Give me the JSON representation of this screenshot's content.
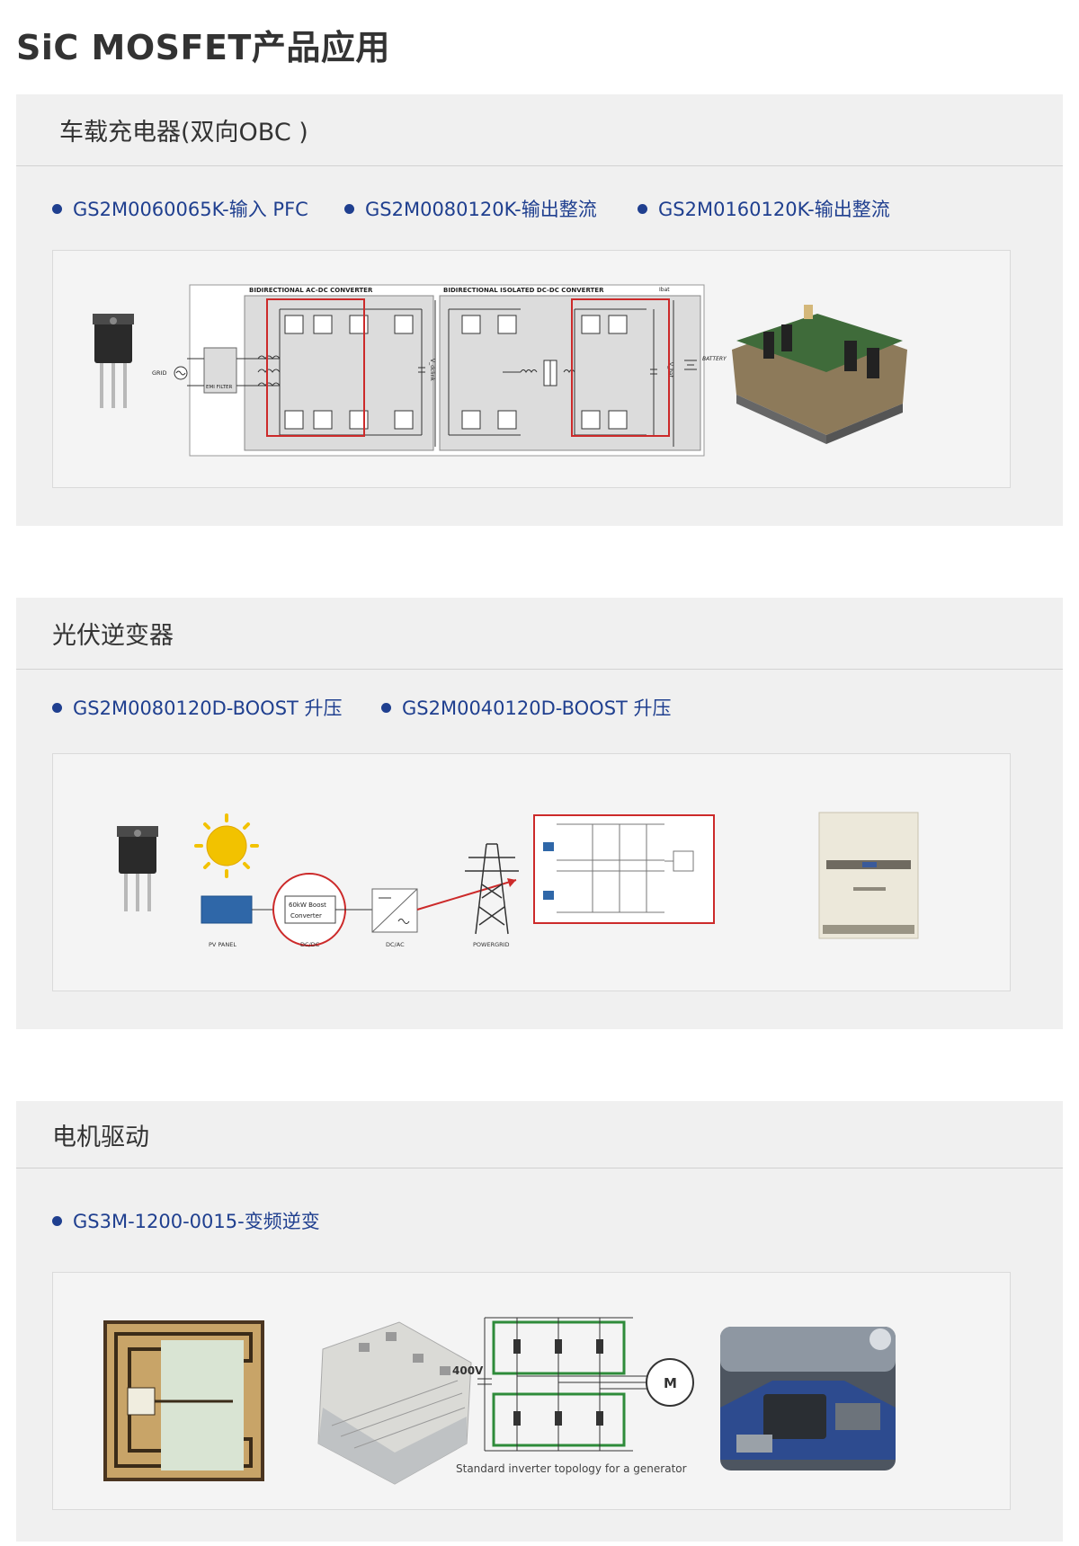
{
  "page": {
    "title": "SiC MOSFET产品应用"
  },
  "sections": [
    {
      "title": "车载充电器(双向OBC )",
      "products": [
        "GS2M0060065K-输入 PFC",
        "GS2M0080120K-输出整流",
        "GS2M0160120K-输出整流"
      ],
      "diagram": {
        "labels": {
          "acdc": "BIDIRECTIONAL AC-DC CONVERTER",
          "dcdc": "BIDIRECTIONAL ISOLATED DC-DC CONVERTER",
          "grid": "GRID",
          "emi": "EMI FILTER",
          "battery": "BATTERY",
          "vdclink": "V_dclink",
          "vbat": "V_bat",
          "ibat": "Ibat"
        }
      }
    },
    {
      "title": "光伏逆变器",
      "products": [
        "GS2M0080120D-BOOST 升压",
        "GS2M0040120D-BOOST 升压"
      ],
      "diagram": {
        "labels": {
          "pv": "PV PANEL",
          "boost_1": "60kW Boost",
          "boost_2": "Converter",
          "dcdc": "DC/DC",
          "dcac": "DC/AC",
          "grid": "POWERGRID"
        }
      }
    },
    {
      "title": "电机驱动",
      "products": [
        "GS3M-1200-0015-变频逆变"
      ],
      "diagram": {
        "labels": {
          "voltage": "400V",
          "motor": "M",
          "caption": "Standard inverter topology for a generator"
        }
      }
    }
  ],
  "colors": {
    "accent": "#1f3f8f",
    "highlight": "#cc2a2a",
    "card_bg": "#f0f0f0"
  }
}
